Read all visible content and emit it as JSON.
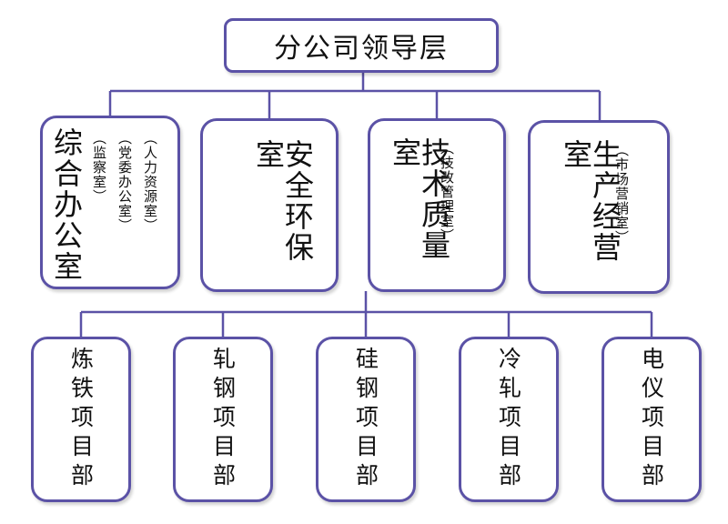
{
  "top": {
    "label": "分公司领导层"
  },
  "departments": [
    {
      "label": "综合办公室",
      "notes": [
        "（人力资源室）",
        "（党委办公室）",
        "（监察室）"
      ]
    },
    {
      "label": "安全环保室",
      "notes": []
    },
    {
      "label": "技术质量室",
      "notes": [
        "（技改管理室）"
      ]
    },
    {
      "label": "生产经营室",
      "notes": [
        "（市场营销室）"
      ]
    }
  ],
  "projects": [
    {
      "label": "炼铁项目部"
    },
    {
      "label": "轧钢项目部"
    },
    {
      "label": "硅钢项目部"
    },
    {
      "label": "冷轧项目部"
    },
    {
      "label": "电仪项目部"
    }
  ],
  "colors": {
    "border": "#5b52a6",
    "connector": "#5b52a6"
  }
}
